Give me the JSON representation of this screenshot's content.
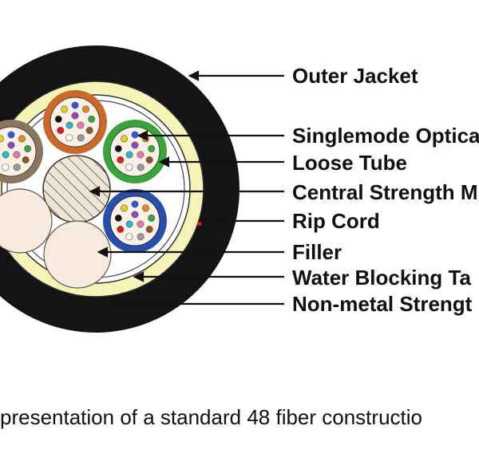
{
  "labels": {
    "outer_jacket": "Outer Jacket",
    "singlemode_fiber": "Singlemode Optica",
    "loose_tube": "Loose Tube",
    "central_strength_member": "Central Strength M",
    "rip_cord": "Rip Cord",
    "filler": "Filler",
    "water_blocking_tape": "Water Blocking Ta",
    "non_metal_strength": "Non-metal Strengt"
  },
  "caption": "presentation of a standard 48 fiber constructio",
  "colors": {
    "jacket": "#141414",
    "yellow_layer": "#f5f3b8",
    "inner_ring": "#ffffff",
    "filler": "#f8eadf",
    "central_member": "#efe4d6",
    "tube_orange": "#c96a2c",
    "tube_green": "#3aa33c",
    "tube_blue": "#2a4fa8",
    "tube_brown": "#8a7560",
    "rip_cord": "#d42020",
    "leader": "#111111"
  },
  "fiber_colors": [
    "#2a5bd7",
    "#e8862a",
    "#3aa33c",
    "#8a5a2b",
    "#9a9a9a",
    "#ffffff",
    "#d42020",
    "#111111",
    "#e8d020",
    "#8a4bb8",
    "#e87aa8",
    "#2bb8c8"
  ]
}
